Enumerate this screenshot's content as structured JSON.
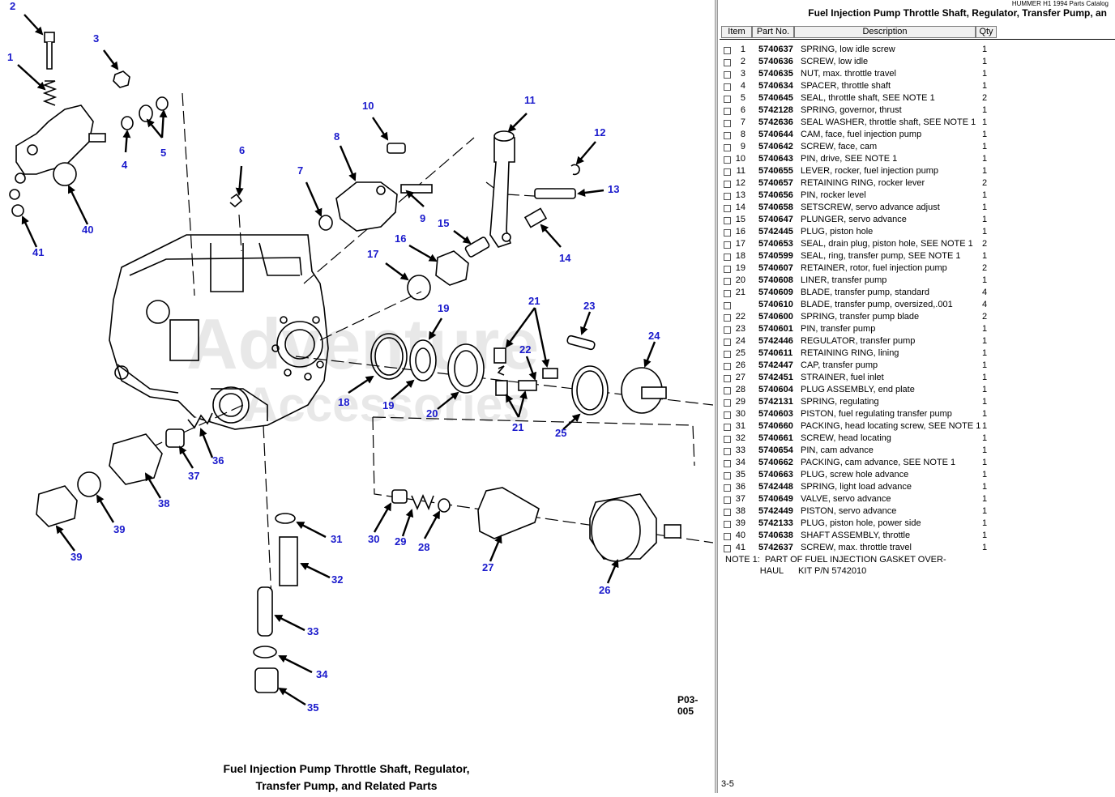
{
  "catalog": {
    "header": "HUMMER H1 1994 Parts Catalog",
    "title": "Fuel Injection Pump Throttle Shaft, Regulator, Transfer Pump, an"
  },
  "table": {
    "columns": [
      "Item",
      "Part No.",
      "Description",
      "Qty"
    ],
    "rows": [
      {
        "item": "1",
        "part": "5740637",
        "desc": "SPRING, low idle screw",
        "qty": "1"
      },
      {
        "item": "2",
        "part": "5740636",
        "desc": "SCREW, low idle",
        "qty": "1"
      },
      {
        "item": "3",
        "part": "5740635",
        "desc": "NUT, max. throttle travel",
        "qty": "1"
      },
      {
        "item": "4",
        "part": "5740634",
        "desc": "SPACER, throttle shaft",
        "qty": "1"
      },
      {
        "item": "5",
        "part": "5740645",
        "desc": "SEAL, throttle shaft, SEE NOTE 1",
        "qty": "2"
      },
      {
        "item": "6",
        "part": "5742128",
        "desc": "SPRING, governor, thrust",
        "qty": "1"
      },
      {
        "item": "7",
        "part": "5742636",
        "desc": "SEAL WASHER, throttle shaft, SEE NOTE 1",
        "qty": "1"
      },
      {
        "item": "8",
        "part": "5740644",
        "desc": "CAM, face, fuel injection pump",
        "qty": "1"
      },
      {
        "item": "9",
        "part": "5740642",
        "desc": "SCREW, face, cam",
        "qty": "1"
      },
      {
        "item": "10",
        "part": "5740643",
        "desc": "PIN, drive, SEE NOTE 1",
        "qty": "1"
      },
      {
        "item": "11",
        "part": "5740655",
        "desc": "LEVER, rocker, fuel injection pump",
        "qty": "1"
      },
      {
        "item": "12",
        "part": "5740657",
        "desc": "RETAINING RING, rocker lever",
        "qty": "2"
      },
      {
        "item": "13",
        "part": "5740656",
        "desc": "PIN, rocker level",
        "qty": "1"
      },
      {
        "item": "14",
        "part": "5740658",
        "desc": "SETSCREW, servo advance adjust",
        "qty": "1"
      },
      {
        "item": "15",
        "part": "5740647",
        "desc": "PLUNGER, servo advance",
        "qty": "1"
      },
      {
        "item": "16",
        "part": "5742445",
        "desc": "PLUG, piston hole",
        "qty": "1"
      },
      {
        "item": "17",
        "part": "5740653",
        "desc": "SEAL, drain plug, piston hole, SEE NOTE 1",
        "qty": "2"
      },
      {
        "item": "18",
        "part": "5740599",
        "desc": "SEAL, ring, transfer pump, SEE NOTE 1",
        "qty": "1"
      },
      {
        "item": "19",
        "part": "5740607",
        "desc": "RETAINER, rotor, fuel injection pump",
        "qty": "2"
      },
      {
        "item": "20",
        "part": "5740608",
        "desc": "LINER, transfer pump",
        "qty": "1"
      },
      {
        "item": "21",
        "part": "5740609",
        "desc": "BLADE, transfer pump, standard",
        "qty": "4"
      },
      {
        "item": "",
        "part": "5740610",
        "desc": "BLADE, transfer pump, oversized,.001",
        "qty": "4"
      },
      {
        "item": "22",
        "part": "5740600",
        "desc": "SPRING, transfer pump blade",
        "qty": "2"
      },
      {
        "item": "23",
        "part": "5740601",
        "desc": "PIN, transfer pump",
        "qty": "1"
      },
      {
        "item": "24",
        "part": "5742446",
        "desc": "REGULATOR, transfer pump",
        "qty": "1"
      },
      {
        "item": "25",
        "part": "5740611",
        "desc": "RETAINING RING, lining",
        "qty": "1"
      },
      {
        "item": "26",
        "part": "5742447",
        "desc": "CAP, transfer pump",
        "qty": "1"
      },
      {
        "item": "27",
        "part": "5742451",
        "desc": "STRAINER, fuel inlet",
        "qty": "1"
      },
      {
        "item": "28",
        "part": "5740604",
        "desc": "PLUG ASSEMBLY, end plate",
        "qty": "1"
      },
      {
        "item": "29",
        "part": "5742131",
        "desc": "SPRING, regulating",
        "qty": "1"
      },
      {
        "item": "30",
        "part": "5740603",
        "desc": "PISTON, fuel regulating transfer pump",
        "qty": "1"
      },
      {
        "item": "31",
        "part": "5740660",
        "desc": "PACKING, head locating screw, SEE NOTE 1",
        "qty": "1"
      },
      {
        "item": "32",
        "part": "5740661",
        "desc": "SCREW, head locating",
        "qty": "1"
      },
      {
        "item": "33",
        "part": "5740654",
        "desc": "PIN, cam advance",
        "qty": "1"
      },
      {
        "item": "34",
        "part": "5740662",
        "desc": "PACKING, cam advance, SEE NOTE 1",
        "qty": "1"
      },
      {
        "item": "35",
        "part": "5740663",
        "desc": "PLUG, screw hole advance",
        "qty": "1"
      },
      {
        "item": "36",
        "part": "5742448",
        "desc": "SPRING, light load advance",
        "qty": "1"
      },
      {
        "item": "37",
        "part": "5740649",
        "desc": "VALVE, servo advance",
        "qty": "1"
      },
      {
        "item": "38",
        "part": "5742449",
        "desc": "PISTON, servo advance",
        "qty": "1"
      },
      {
        "item": "39",
        "part": "5742133",
        "desc": "PLUG, piston hole, power side",
        "qty": "1"
      },
      {
        "item": "40",
        "part": "5740638",
        "desc": "SHAFT ASSEMBLY, throttle",
        "qty": "1"
      },
      {
        "item": "41",
        "part": "5742637",
        "desc": "SCREW, max. throttle travel",
        "qty": "1"
      }
    ],
    "note_line1": "NOTE 1:  PART OF FUEL INJECTION GASKET OVER-",
    "note_line2": "              HAUL      KIT P/N 5742010"
  },
  "page_number": "3-5",
  "diagram": {
    "figure_id": "P03-005",
    "caption_line1": "Fuel Injection Pump Throttle Shaft, Regulator,",
    "caption_line2": "Transfer Pump, and Related Parts",
    "watermark_line1": "Adventure",
    "watermark_line2": "Accessories",
    "callouts": [
      "1",
      "2",
      "3",
      "4",
      "5",
      "6",
      "7",
      "8",
      "9",
      "10",
      "11",
      "12",
      "13",
      "14",
      "15",
      "16",
      "17",
      "18",
      "19",
      "19",
      "20",
      "21",
      "21",
      "22",
      "23",
      "24",
      "25",
      "26",
      "27",
      "28",
      "29",
      "30",
      "31",
      "32",
      "33",
      "34",
      "35",
      "36",
      "37",
      "38",
      "39",
      "40",
      "41"
    ]
  }
}
